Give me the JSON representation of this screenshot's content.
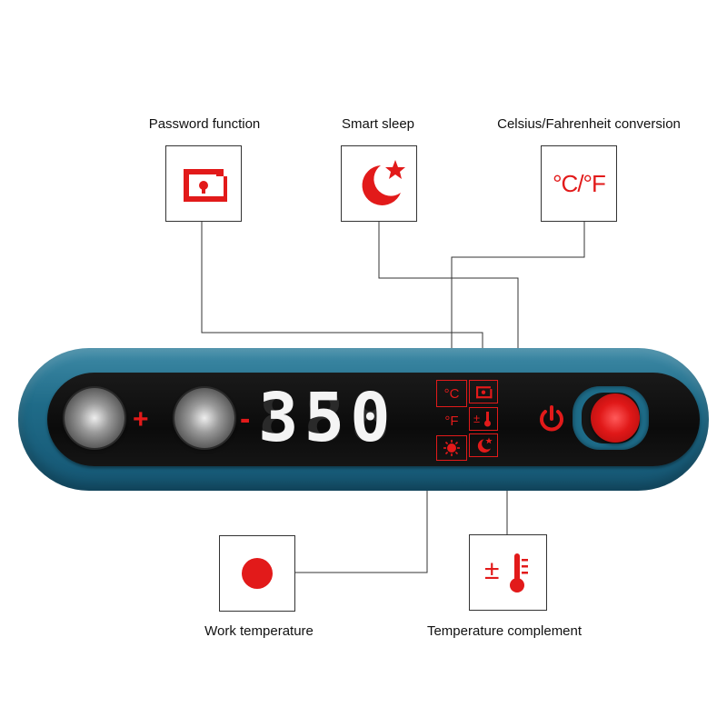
{
  "labels": {
    "password": "Password function",
    "sleep": "Smart sleep",
    "celsius": "Celsius/Fahrenheit conversion",
    "work": "Work temperature",
    "complement": "Temperature complement"
  },
  "display": {
    "temperature": "350",
    "plus": "+",
    "minus": "-",
    "unit_c": "°C",
    "unit_f": "°F",
    "callout_unit": "°C/°F",
    "complement_sign": "±"
  },
  "colors": {
    "accent_red": "#e21a1a",
    "device_teal": "#1f6b88",
    "panel_black": "#0b0b0b"
  },
  "icons": [
    "lock-icon",
    "moon-star-icon",
    "temperature-unit-icon",
    "red-dot-icon",
    "thermometer-plus-minus-icon",
    "power-icon",
    "sun-icon"
  ]
}
